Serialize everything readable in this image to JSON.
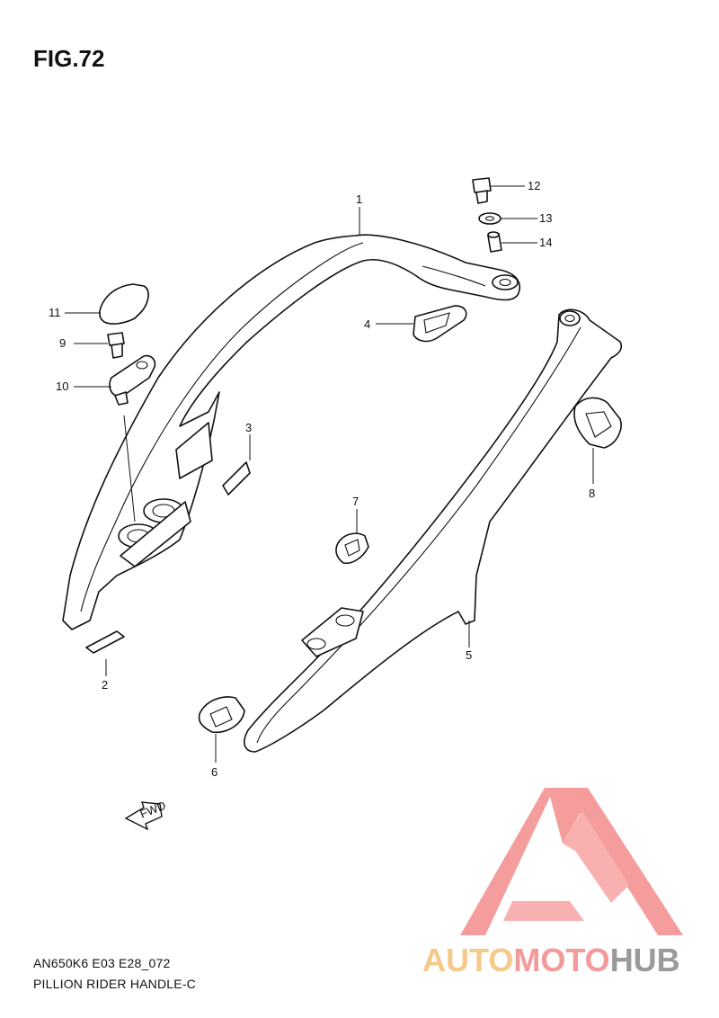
{
  "figure_title": "FIG.72",
  "model_code": "AN650K6 E03 E28_072",
  "caption": "PILLION RIDER HANDLE-C",
  "fwd_label": "FWD",
  "callouts": [
    "1",
    "2",
    "3",
    "4",
    "5",
    "6",
    "7",
    "8",
    "9",
    "10",
    "11",
    "12",
    "13",
    "14"
  ],
  "watermark": {
    "text_auto": "AUTO",
    "text_moto": "MOTO",
    "text_hub": "HUB",
    "colors": {
      "auto": "#f6c98a",
      "moto": "#f39a9a",
      "hub": "#9a9a9a",
      "triangle": "#f48b8b"
    }
  }
}
